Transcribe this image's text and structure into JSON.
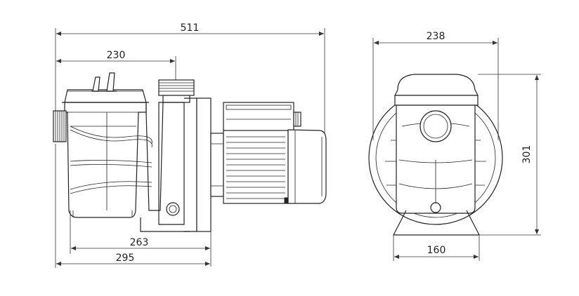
{
  "dimensions": {
    "overall_length": "511",
    "strainer_to_outlet": "230",
    "base_length": "263",
    "pump_length": "295",
    "width": "238",
    "height": "301",
    "base_width": "160"
  }
}
